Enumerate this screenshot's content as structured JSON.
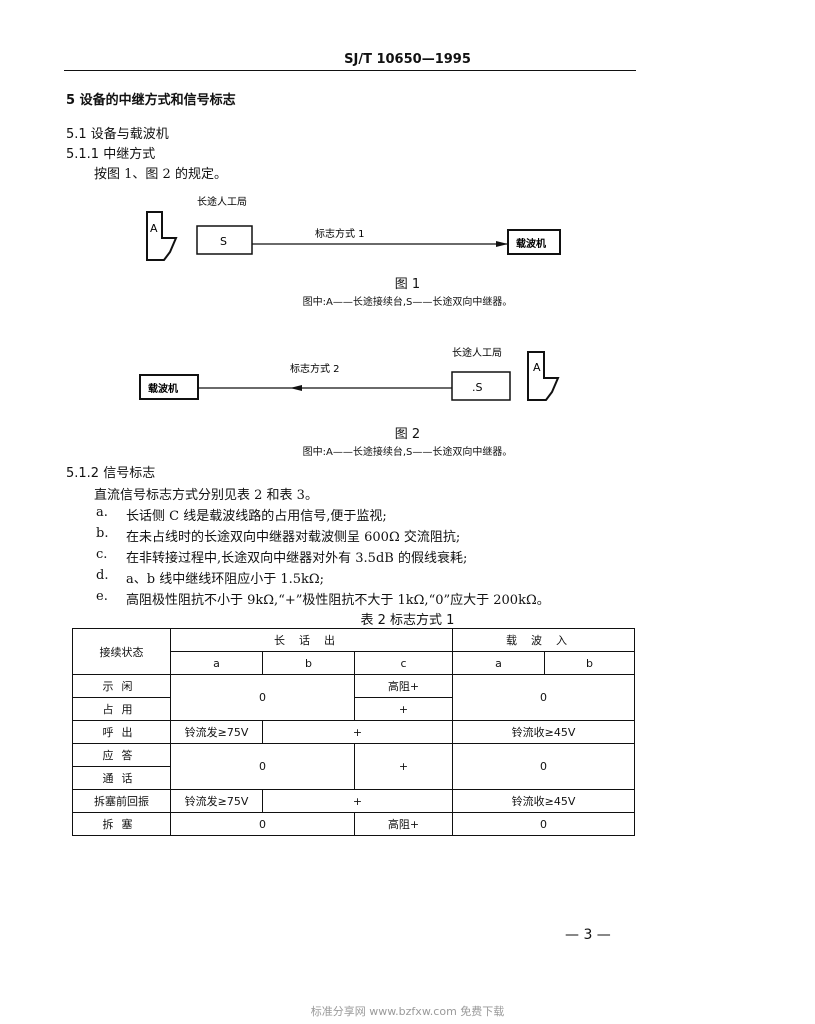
{
  "header": {
    "standard_no": "SJ/T 10650—1995"
  },
  "section5": {
    "title": "5  设备的中继方式和信号标志"
  },
  "section51": {
    "title": "5.1  设备与载波机"
  },
  "section511": {
    "title": "5.1.1  中继方式",
    "body": "按图 1、图 2 的规定。"
  },
  "figure1": {
    "top_label": "长途人工局",
    "A_label": "A",
    "S_label": "S",
    "line_label": "标志方式 1",
    "carrier_label": "载波机",
    "caption": "图 1",
    "note": "图中:A——长途接续台,S——长途双向中继器。"
  },
  "figure2": {
    "top_label": "长途人工局",
    "A_label": "A",
    "S_label": ".S",
    "line_label": "标志方式 2",
    "carrier_label": "载波机",
    "caption": "图 2",
    "note": "图中:A——长途接续台,S——长途双向中继器。"
  },
  "section512": {
    "title": "5.1.2  信号标志",
    "intro": "直流信号标志方式分别见表 2 和表 3。",
    "items": [
      {
        "mark": "a.",
        "text": "长话侧 C 线是载波线路的占用信号,便于监视;"
      },
      {
        "mark": "b.",
        "text": "在未占线时的长途双向中继器对载波侧呈 600Ω 交流阻抗;"
      },
      {
        "mark": "c.",
        "text": "在非转接过程中,长途双向中继器对外有 3.5dB 的假线衰耗;"
      },
      {
        "mark": "d.",
        "text": "a、b 线中继线环阻应小于 1.5kΩ;"
      },
      {
        "mark": "e.",
        "text": "高阻极性阻抗不小于 9kΩ,“+”极性阻抗不大于 1kΩ,“0”应大于 200kΩ。"
      }
    ]
  },
  "table2": {
    "caption": "表 2   标志方式 1",
    "state_header": "接续状态",
    "group_out": "长话出",
    "group_in": "载波入",
    "col_a": "a",
    "col_b": "b",
    "col_c": "c",
    "col_a2": "a",
    "col_b2": "b",
    "rows": {
      "shi_xian": "示闲",
      "zhan_yong": "占用",
      "hu_chu": "呼出",
      "ying_da": "应答",
      "tong_hua": "通话",
      "chai_sai_qian": "拆塞前回振",
      "chai_sai": "拆塞"
    },
    "cells": {
      "zero_ab_1": "0",
      "c_high": "高阻+",
      "c_plus": "+",
      "in_zero_1": "0",
      "hu_a": "铃流发≥75V",
      "hu_bc": "+",
      "hu_in": "铃流收≥45V",
      "yd_ab": "0",
      "yd_c": "+",
      "yd_in": "0",
      "cq_a": "铃流发≥75V",
      "cq_bc": "+",
      "cq_in": "铃流收≥45V",
      "cs_ab": "0",
      "cs_c": "高阻+",
      "cs_in": "0"
    }
  },
  "footer": {
    "page": "— 3 —",
    "watermark": "标准分享网 www.bzfxw.com 免费下载"
  }
}
